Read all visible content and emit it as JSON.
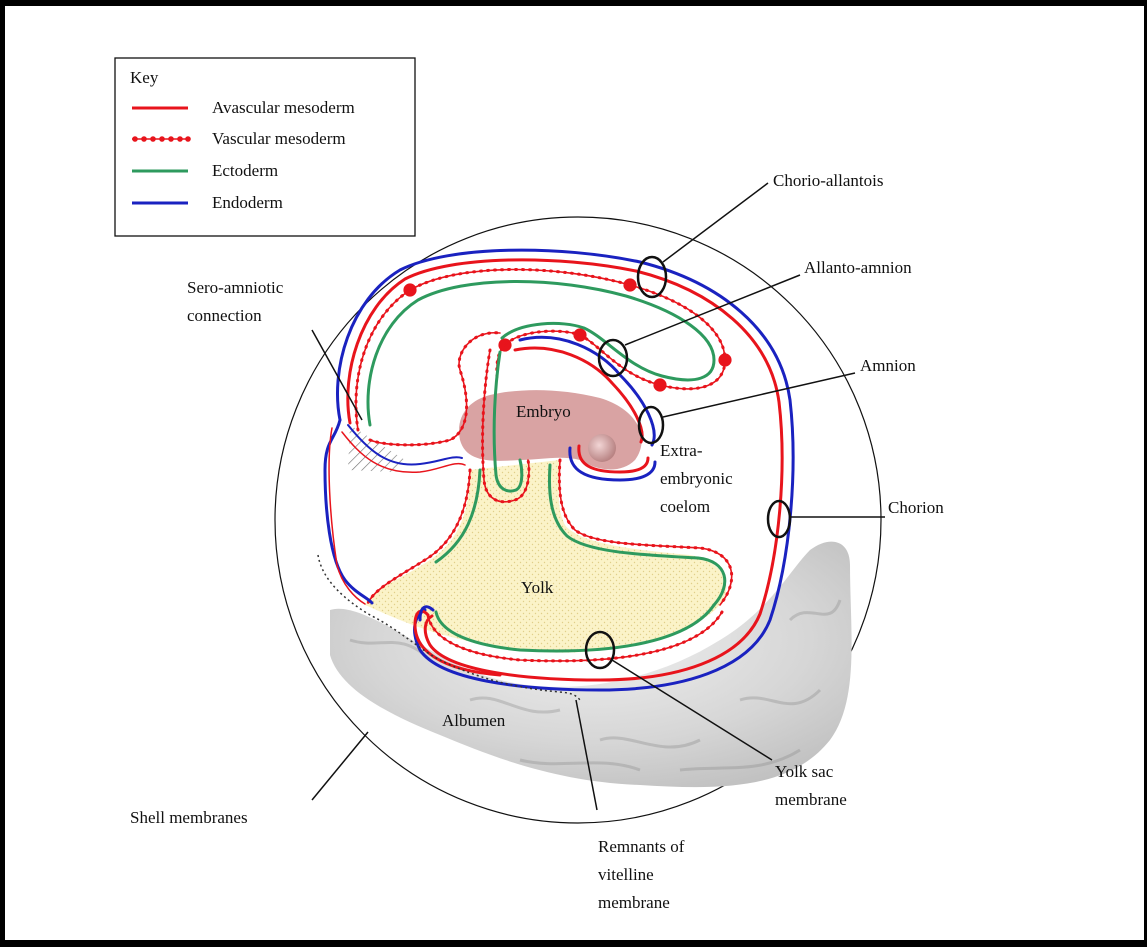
{
  "key": {
    "title": "Key",
    "items": [
      {
        "label": "Avascular mesoderm",
        "color": "#e8141c",
        "style": "solid"
      },
      {
        "label": "Vascular mesoderm",
        "color": "#e8141c",
        "style": "dotted"
      },
      {
        "label": "Ectoderm",
        "color": "#2e9a5e",
        "style": "solid"
      },
      {
        "label": "Endoderm",
        "color": "#1a22c0",
        "style": "solid"
      }
    ]
  },
  "labels": {
    "chorio_allantois": "Chorio-allantois",
    "allanto_amnion": "Allanto-amnion",
    "amnion": "Amnion",
    "chorion": "Chorion",
    "sero_amniotic_1": "Sero-amniotic",
    "sero_amniotic_2": "connection",
    "embryo": "Embryo",
    "extra_1": "Extra-",
    "extra_2": "embryonic",
    "extra_3": "coelom",
    "yolk": "Yolk",
    "albumen": "Albumen",
    "shell_membranes": "Shell membranes",
    "yolk_sac_1": "Yolk sac",
    "yolk_sac_2": "membrane",
    "remnants_1": "Remnants of",
    "remnants_2": "vitelline",
    "remnants_3": "membrane"
  },
  "colors": {
    "red": "#e8141c",
    "green": "#2e9a5e",
    "blue": "#1a22c0",
    "embryo": "#d9a3a3",
    "yolk": "#fbf3c8",
    "albumen": "#c9c9c9"
  }
}
